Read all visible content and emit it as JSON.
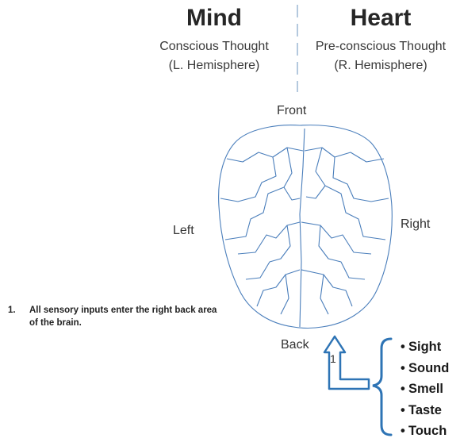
{
  "header": {
    "mind": {
      "title": "Mind",
      "line1": "Conscious Thought",
      "line2": "(L. Hemisphere)"
    },
    "heart": {
      "title": "Heart",
      "line1": "Pre-conscious Thought",
      "line2": "(R. Hemisphere)"
    }
  },
  "brain": {
    "front": "Front",
    "back": "Back",
    "left": "Left",
    "right": "Right"
  },
  "note": {
    "number": "1.",
    "text": "All sensory inputs enter the right back area of the brain."
  },
  "arrow": {
    "label": "1"
  },
  "senses": [
    "Sight",
    "Sound",
    "Smell",
    "Taste",
    "Touch"
  ],
  "colors": {
    "accent": "#2E74B5",
    "outline": "#4A7EBB",
    "divider": "#9BB7D4"
  }
}
